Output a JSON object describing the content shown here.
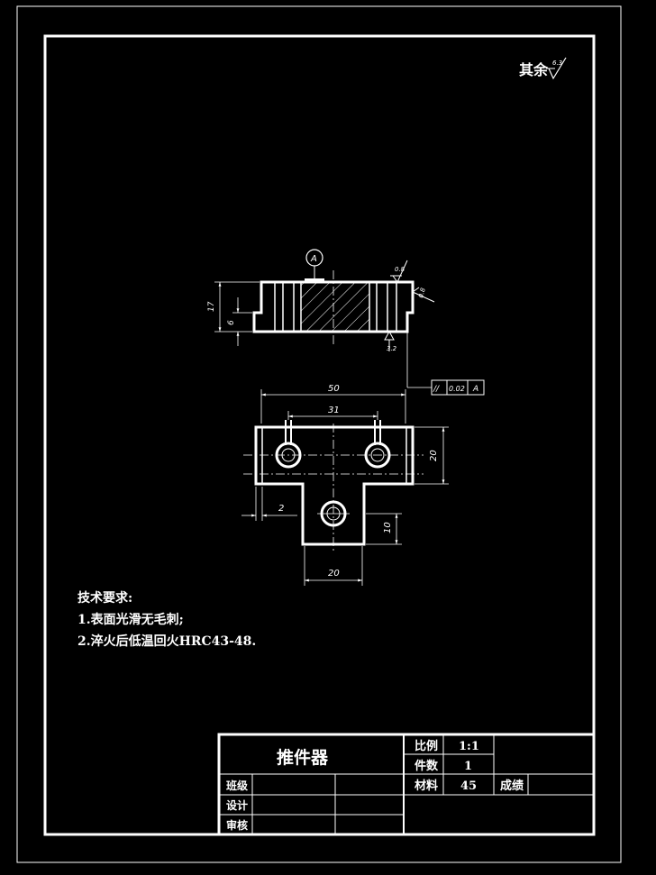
{
  "corner_roughness": {
    "label": "其余",
    "value": "6.3"
  },
  "side_view": {
    "datum_label": "A",
    "dim_17": "17",
    "dim_6": "6",
    "rough_top": "0.8",
    "rough_right": "0.8",
    "rough_bottom": "3.2",
    "tolerance": {
      "symbol": "//",
      "value": "0.02",
      "datum": "A"
    }
  },
  "top_view": {
    "dim_50": "50",
    "dim_31": "31",
    "dim_20_right": "20",
    "dim_2": "2",
    "dim_10": "10",
    "dim_20_bottom": "20"
  },
  "requirements": {
    "title": "技术要求:",
    "item1": "1.表面光滑无毛刺;",
    "item2": "2.淬火后低温回火HRC43-48."
  },
  "title_block": {
    "part_name": "推件器",
    "scale_label": "比例",
    "scale_value": "1:1",
    "count_label": "件数",
    "count_value": "1",
    "material_label": "材料",
    "material_value": "45",
    "grade_label": "成绩",
    "class_label": "班级",
    "design_label": "设计",
    "review_label": "审核"
  }
}
